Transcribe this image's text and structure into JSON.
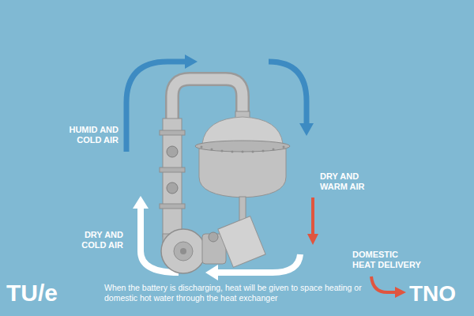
{
  "diagram": {
    "caption": "When the battery is discharging, heat will be given to space heating or domestic hot water through the heat exchanger",
    "labels": [
      "HUMID AND COLD AIR",
      "DRY AND WARM AIR",
      "DRY AND COLD AIR",
      "DOMESTIC HEAT DELIVERY",
      "TU/e",
      "TNO"
    ]
  }
}
